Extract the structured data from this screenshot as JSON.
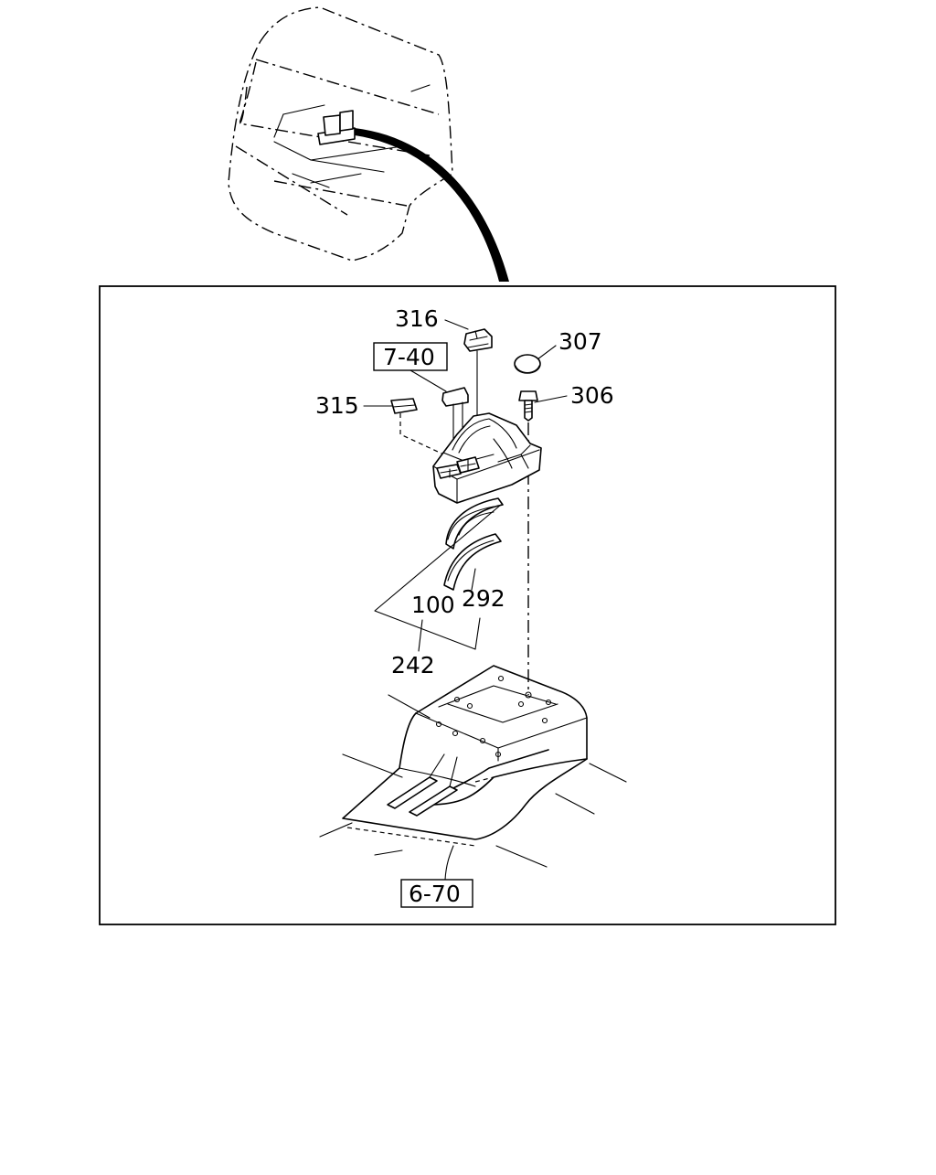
{
  "parts": {
    "p316": "316",
    "p307": "307",
    "p306": "306",
    "p315": "315",
    "p100": "100",
    "p292": "292",
    "p242": "242"
  },
  "references": {
    "r740": "7-40",
    "r670": "6-70"
  }
}
